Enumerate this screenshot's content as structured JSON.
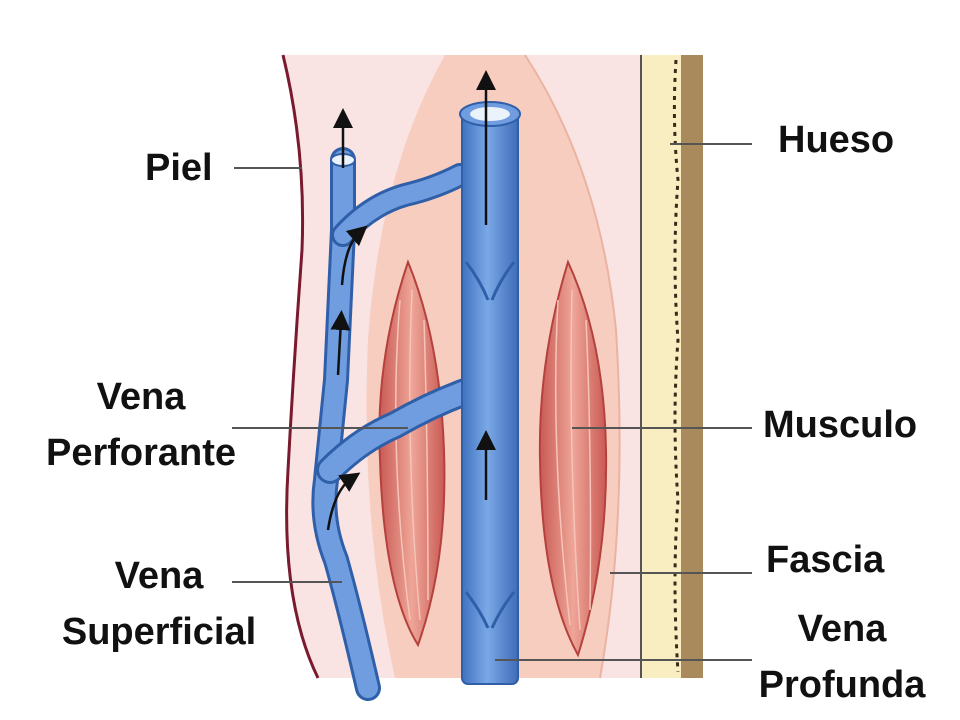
{
  "labels": {
    "piel": "Piel",
    "hueso": "Hueso",
    "vena_perforante": [
      "Vena",
      "Perforante"
    ],
    "musculo": "Musculo",
    "fascia": "Fascia",
    "vena_superficial": [
      "Vena",
      "Superficial"
    ],
    "vena_profunda": [
      "Vena",
      "Profunda"
    ]
  },
  "colors": {
    "skin_edge": "#7a1a2e",
    "tissue": "#f8e0e0",
    "muscle_sheath": "#f5c4b4",
    "muscle": "#d9706a",
    "vein": "#5a8fd6",
    "vein_outline": "#2f5fa8",
    "bone": "#f8eec2",
    "bone_dark": "#a88a5c",
    "leader_line": "#555555",
    "arrow": "#111111"
  }
}
